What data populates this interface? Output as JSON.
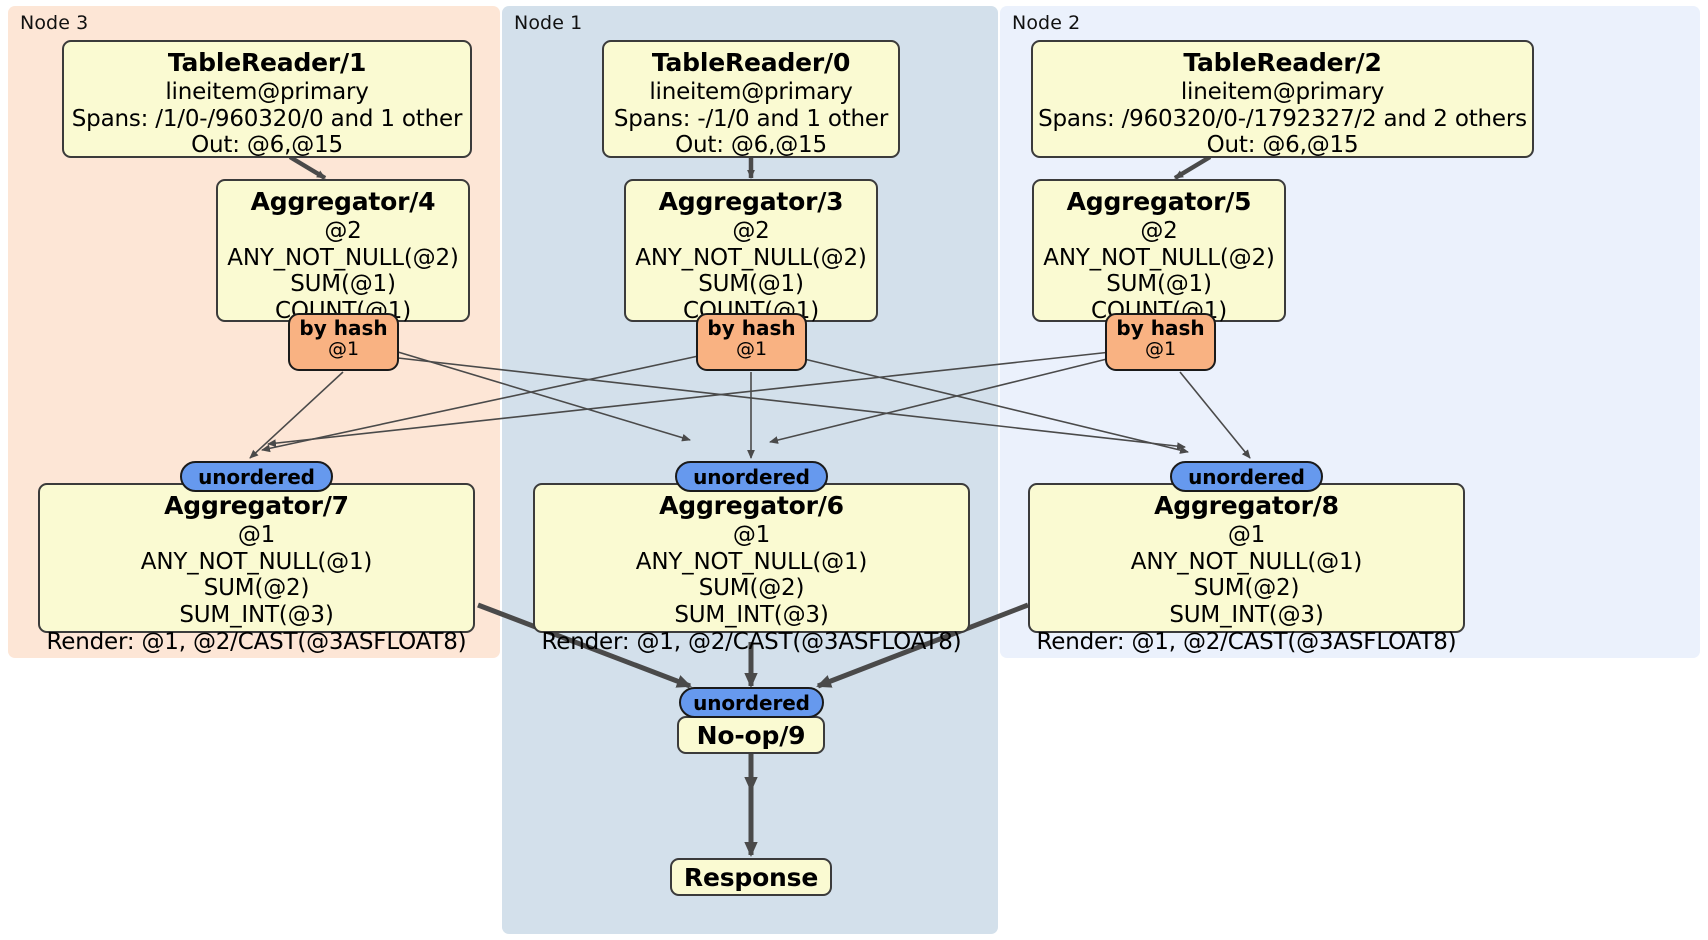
{
  "diagram": {
    "type": "distributed-query-plan",
    "title": "",
    "colors": {
      "node3_bg": "#FDE6D6",
      "node1_bg": "#D3E0EB",
      "node2_bg": "#EBF1FC",
      "box_fill": "#FAFAD2",
      "box_border": "#3B3B3B",
      "hash_pill": "#F9B282",
      "unordered_pill": "#6699EE",
      "edge": "#4A4A4A"
    }
  },
  "nodes": [
    {
      "id": "node3",
      "label": "Node 3"
    },
    {
      "id": "node1",
      "label": "Node 1"
    },
    {
      "id": "node2",
      "label": "Node 2"
    }
  ],
  "processors": {
    "table_reader_1": {
      "title": "TableReader/1",
      "lines": [
        "lineitem@primary",
        "Spans: /1/0-/960320/0 and 1 other",
        "Out: @6,@15"
      ]
    },
    "table_reader_0": {
      "title": "TableReader/0",
      "lines": [
        "lineitem@primary",
        "Spans: -/1/0 and 1 other",
        "Out: @6,@15"
      ]
    },
    "table_reader_2": {
      "title": "TableReader/2",
      "lines": [
        "lineitem@primary",
        "Spans: /960320/0-/1792327/2 and 2 others",
        "Out: @6,@15"
      ]
    },
    "aggregator_4": {
      "title": "Aggregator/4",
      "lines": [
        "@2",
        "ANY_NOT_NULL(@2)",
        "SUM(@1)",
        "COUNT(@1)"
      ]
    },
    "aggregator_3": {
      "title": "Aggregator/3",
      "lines": [
        "@2",
        "ANY_NOT_NULL(@2)",
        "SUM(@1)",
        "COUNT(@1)"
      ]
    },
    "aggregator_5": {
      "title": "Aggregator/5",
      "lines": [
        "@2",
        "ANY_NOT_NULL(@2)",
        "SUM(@1)",
        "COUNT(@1)"
      ]
    },
    "aggregator_7": {
      "title": "Aggregator/7",
      "lines": [
        "@1",
        "ANY_NOT_NULL(@1)",
        "SUM(@2)",
        "SUM_INT(@3)",
        "Render: @1, @2/CAST(@3ASFLOAT8)"
      ]
    },
    "aggregator_6": {
      "title": "Aggregator/6",
      "lines": [
        "@1",
        "ANY_NOT_NULL(@1)",
        "SUM(@2)",
        "SUM_INT(@3)",
        "Render: @1, @2/CAST(@3ASFLOAT8)"
      ]
    },
    "aggregator_8": {
      "title": "Aggregator/8",
      "lines": [
        "@1",
        "ANY_NOT_NULL(@1)",
        "SUM(@2)",
        "SUM_INT(@3)",
        "Render: @1, @2/CAST(@3ASFLOAT8)"
      ]
    },
    "noop_9": {
      "title": "No-op/9",
      "lines": []
    },
    "response": {
      "title": "Response",
      "lines": []
    }
  },
  "routers": {
    "hash_left": {
      "label": "by hash",
      "detail": "@1"
    },
    "hash_center": {
      "label": "by hash",
      "detail": "@1"
    },
    "hash_right": {
      "label": "by hash",
      "detail": "@1"
    }
  },
  "synchronizers": {
    "unordered_left": {
      "label": "unordered"
    },
    "unordered_center": {
      "label": "unordered"
    },
    "unordered_right": {
      "label": "unordered"
    },
    "unordered_final": {
      "label": "unordered"
    }
  }
}
